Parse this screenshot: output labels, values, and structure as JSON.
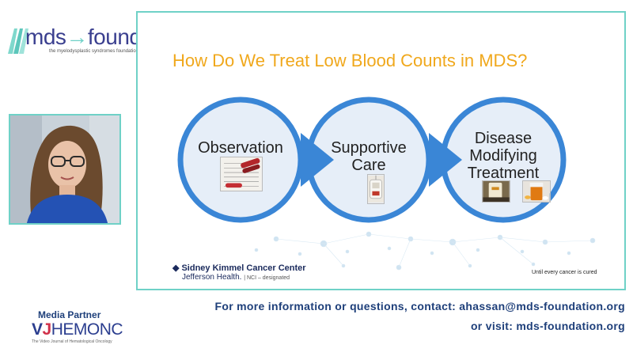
{
  "logo": {
    "mds": "mds",
    "foundation": "foundation",
    "tagline": "the myelodysplastic syndromes foundation, inc."
  },
  "slide": {
    "title": "How Do We Treat Low Blood Counts in MDS?",
    "steps": [
      {
        "label_lines": [
          "Observation"
        ],
        "photo": "blood-test-results"
      },
      {
        "label_lines": [
          "Supportive",
          "Care"
        ],
        "photo": "blood-transfusion-bag"
      },
      {
        "label_lines": [
          "Disease",
          "Modifying",
          "Treatment"
        ],
        "photo": "medication-iv-and-pills"
      }
    ],
    "footer": {
      "org": "Sidney Kimmel Cancer Center",
      "sub": "Jefferson Health.",
      "nci": "NCI – designated",
      "tagline": "Until every cancer is cured"
    },
    "colors": {
      "title": "#f0a81c",
      "circle_border": "#3a86d6",
      "circle_fill": "#e6eef8",
      "frame": "#6fd1c7"
    }
  },
  "partner": {
    "label": "Media Partner",
    "brand_v": "V",
    "brand_j": "J",
    "brand_rest": "HEMONC",
    "brand_sub": "The Video Journal of Hematological Oncology"
  },
  "contact": {
    "line1": "For more information or questions, contact: ahassan@mds-foundation.org",
    "line2": "or visit: mds-foundation.org"
  }
}
